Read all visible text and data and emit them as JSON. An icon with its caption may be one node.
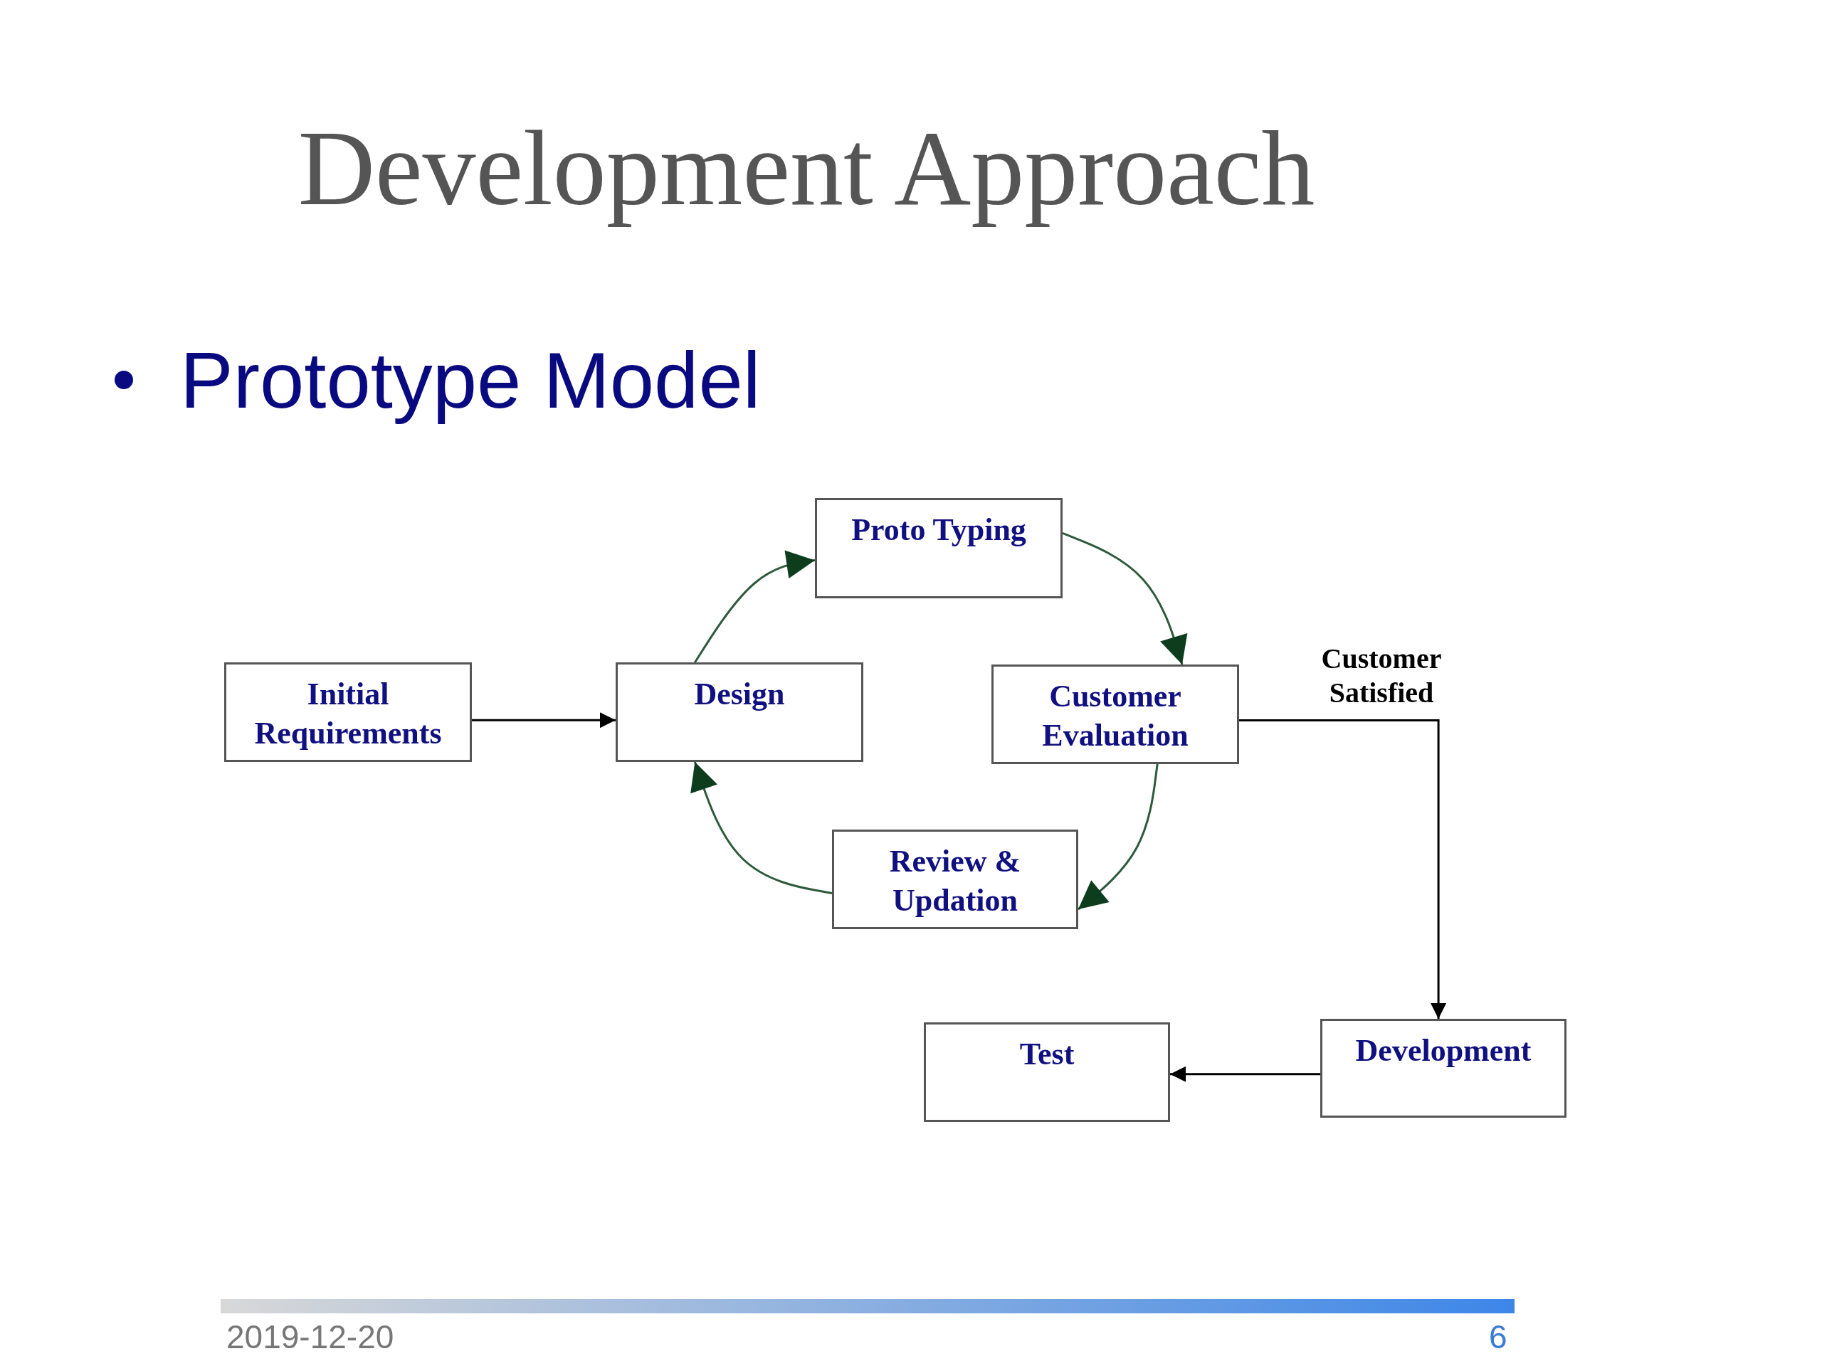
{
  "diagram": {
    "title": "Development Approach",
    "nodes": [
      {
        "text": [
          "Initial Requirements"
        ]
      },
      {
        "text": [
          "Design"
        ]
      },
      {
        "text": [
          "Proto Typing"
        ]
      },
      {
        "text": [
          "Customer Evaluation"
        ]
      },
      {
        "text": [
          "Review & Updation"
        ]
      },
      {
        "text": [
          "Test"
        ]
      },
      {
        "text": [
          "Development"
        ]
      }
    ],
    "edges": [
      {
        "from": 0,
        "to": 1,
        "arrow": "to",
        "color": "#000000"
      },
      {
        "from": 1,
        "to": 2,
        "arrow": "to"
      },
      {
        "from": 2,
        "to": 3,
        "arrow": "to"
      },
      {
        "from": 3,
        "to": 4,
        "arrow": "to"
      },
      {
        "from": 4,
        "to": 1,
        "arrow": "to"
      },
      {
        "from": 3,
        "to": 6,
        "arrow": "to",
        "label": "Customer Satisfied",
        "color": "#000000"
      },
      {
        "from": 6,
        "to": 5,
        "arrow": "to",
        "color": "#000000"
      }
    ],
    "labels": [
      "Prototype Model",
      "2019-12-20",
      "6"
    ]
  }
}
